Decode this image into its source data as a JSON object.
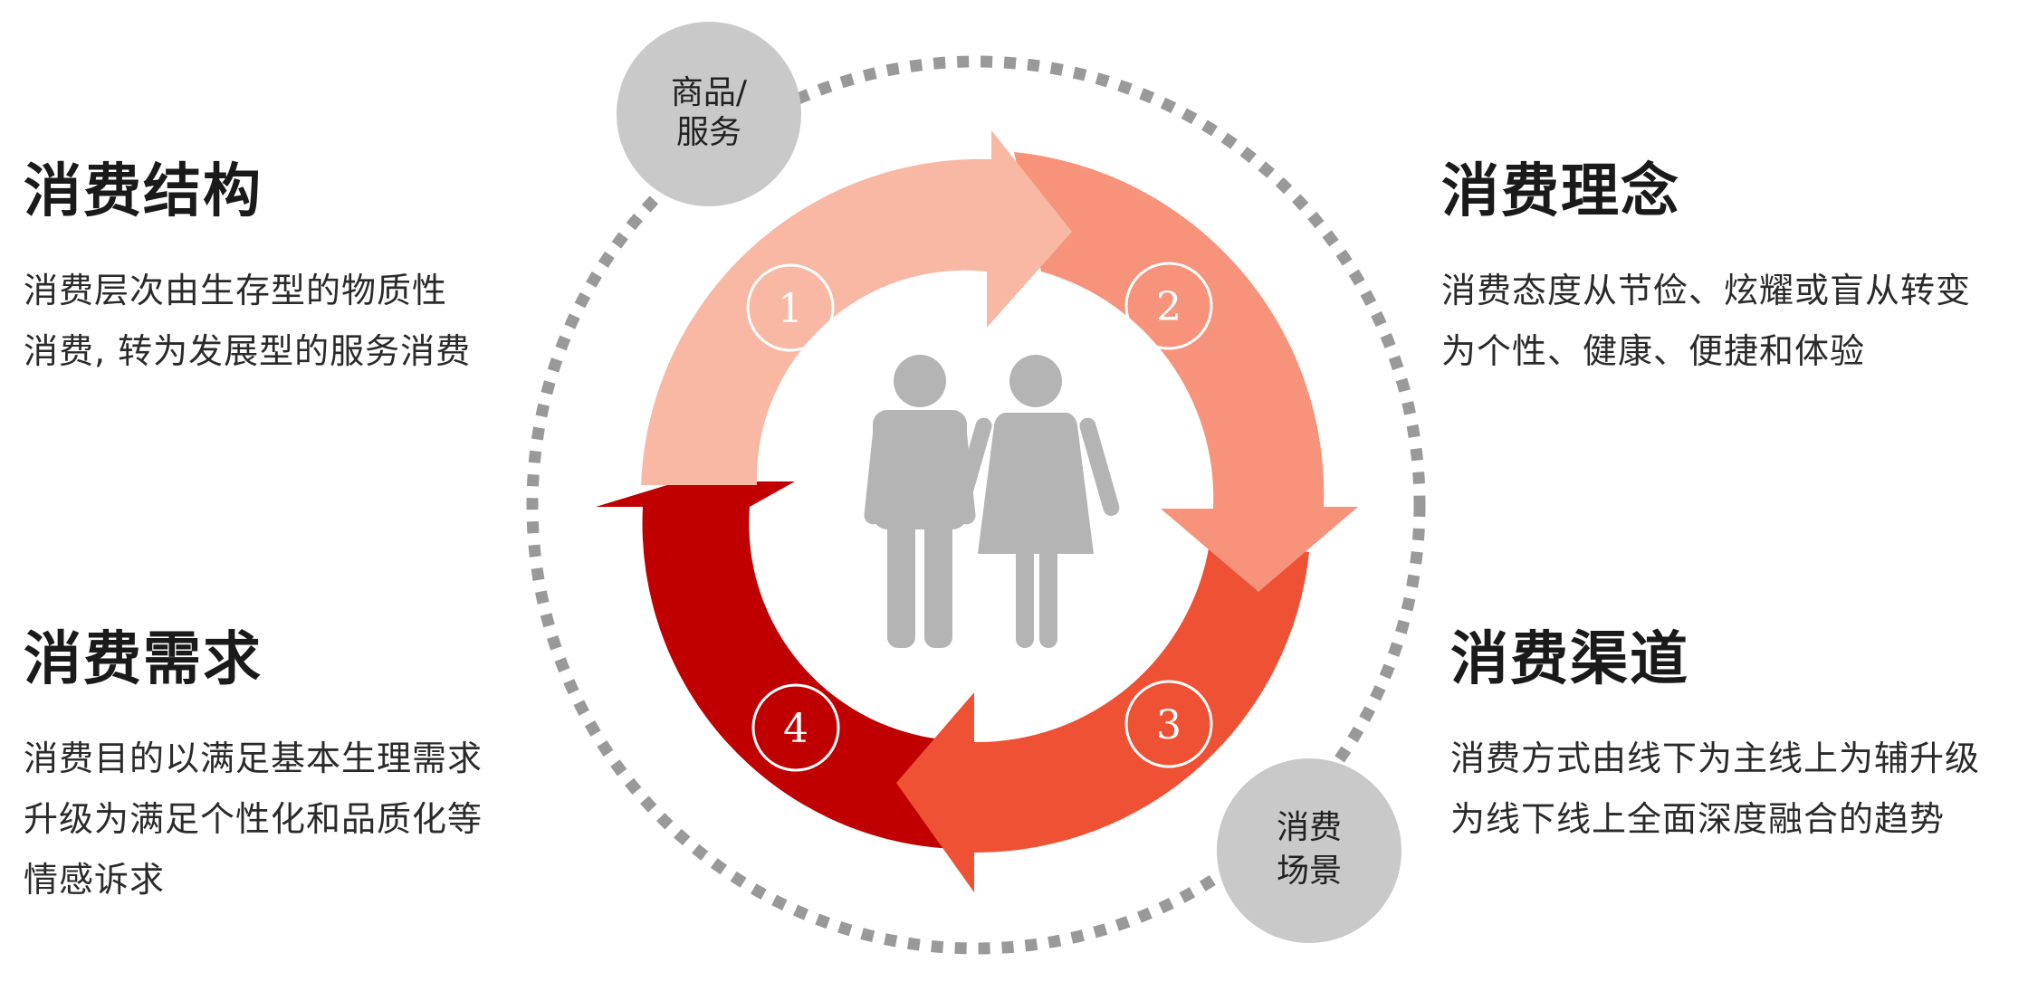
{
  "blocks": {
    "top_left": {
      "title": "消费结构",
      "lines": [
        "消费层次由生存型的物质性",
        "消费, 转为发展型的服务消费"
      ]
    },
    "top_right": {
      "title": "消费理念",
      "lines": [
        "消费态度从节俭、炫耀或盲从转变",
        "为个性、健康、便捷和体验"
      ]
    },
    "bottom_left": {
      "title": "消费需求",
      "lines": [
        "消费目的以满足基本生理需求",
        "升级为满足个性化和品质化等",
        "情感诉求"
      ]
    },
    "bottom_right": {
      "title": "消费渠道",
      "lines": [
        "消费方式由线下为主线上为辅升级",
        "为线下线上全面深度融合的趋势"
      ]
    }
  },
  "badges": {
    "top": {
      "lines": [
        "商品/",
        "服务"
      ]
    },
    "bottom": {
      "lines": [
        "消费",
        "场景"
      ]
    }
  },
  "steps": [
    "1",
    "2",
    "3",
    "4"
  ],
  "colors": {
    "segment_1": "#f8b8a4",
    "segment_2": "#f6937a",
    "segment_3": "#ef5134",
    "segment_4": "#c00000",
    "dotted_ring": "#999999",
    "badge": "#c9c9c9",
    "people": "#b4b4b4"
  },
  "icons": [
    "man-icon",
    "woman-icon"
  ]
}
